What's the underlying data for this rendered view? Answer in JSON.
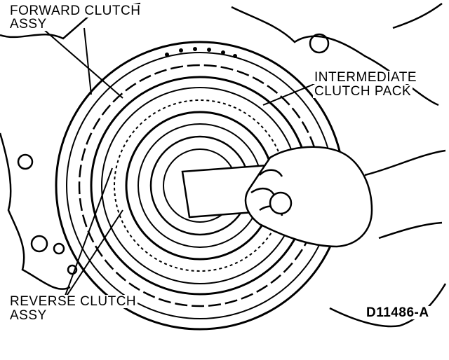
{
  "labels": {
    "forward": [
      "FORWARD CLUTCH",
      "ASSY"
    ],
    "intermediate": [
      "INTERMEDIATE",
      "CLUTCH PACK"
    ],
    "reverse": [
      "REVERSE CLUTCH",
      "ASSY"
    ]
  },
  "figure_id": "D11486-A",
  "colors": {
    "ink": "#000000",
    "paper": "#ffffff"
  }
}
